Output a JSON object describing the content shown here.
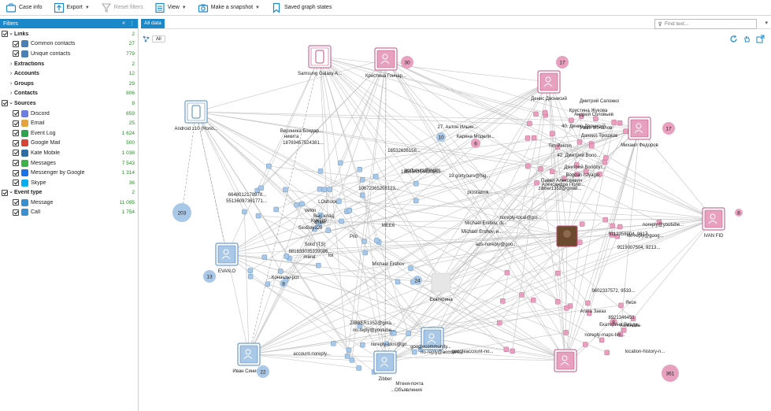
{
  "toolbar": {
    "items": [
      {
        "label": "Case info",
        "icon": "briefcase-icon"
      },
      {
        "label": "Export",
        "icon": "upload-icon",
        "caret": true
      },
      {
        "label": "Reset filters",
        "icon": "filter-icon",
        "disabled": true
      },
      {
        "label": "View",
        "icon": "view-icon",
        "caret": true
      },
      {
        "label": "Make a snapshot",
        "icon": "camera-icon",
        "caret": true
      },
      {
        "label": "Saved graph states",
        "icon": "bookmark-icon"
      }
    ]
  },
  "sidebar": {
    "title": "Filters",
    "rows": [
      {
        "label": "Links",
        "count": "2",
        "level": 0,
        "bold": true,
        "checkbox": true,
        "chevron": "v"
      },
      {
        "label": "Common contacts",
        "count": "27",
        "level": 1,
        "checkbox": true,
        "icon_color": "#4a7fb5"
      },
      {
        "label": "Unique contacts",
        "count": "779",
        "level": 1,
        "checkbox": true,
        "icon_color": "#4a7fb5"
      },
      {
        "label": "Extractions",
        "count": "2",
        "level": 0,
        "bold": true,
        "checkbox": false,
        "chevron": ">"
      },
      {
        "label": "Accounts",
        "count": "12",
        "level": 0,
        "bold": true,
        "checkbox": false,
        "chevron": ">"
      },
      {
        "label": "Groups",
        "count": "29",
        "level": 0,
        "bold": true,
        "checkbox": false,
        "chevron": ">"
      },
      {
        "label": "Contacts",
        "count": "806",
        "level": 0,
        "bold": true,
        "checkbox": false,
        "chevron": ">"
      },
      {
        "label": "Sources",
        "count": "8",
        "level": 0,
        "bold": true,
        "checkbox": true,
        "chevron": "v"
      },
      {
        "label": "Discord",
        "count": "659",
        "level": 1,
        "checkbox": true,
        "icon_color": "#6c7ee0"
      },
      {
        "label": "Email",
        "count": "25",
        "level": 1,
        "checkbox": true,
        "icon_color": "#e6a23c"
      },
      {
        "label": "Event Log",
        "count": "1 624",
        "level": 1,
        "checkbox": true,
        "icon_color": "#2ea44f"
      },
      {
        "label": "Google Mail",
        "count": "500",
        "level": 1,
        "checkbox": true,
        "icon_color": "#d94436"
      },
      {
        "label": "Kate Mobile",
        "count": "1 038",
        "level": 1,
        "checkbox": true,
        "icon_color": "#2e6da4"
      },
      {
        "label": "Messages",
        "count": "7 543",
        "level": 1,
        "checkbox": true,
        "icon_color": "#3bb34a"
      },
      {
        "label": "Messenger by Google",
        "count": "1 314",
        "level": 1,
        "checkbox": true,
        "icon_color": "#1a73e8"
      },
      {
        "label": "Skype",
        "count": "36",
        "level": 1,
        "checkbox": true,
        "icon_color": "#00aff0"
      },
      {
        "label": "Event type",
        "count": "2",
        "level": 0,
        "bold": true,
        "checkbox": true,
        "chevron": "v"
      },
      {
        "label": "Message",
        "count": "11 095",
        "level": 1,
        "checkbox": true,
        "icon_color": "#3a8fd0"
      },
      {
        "label": "Call",
        "count": "1 754",
        "level": 1,
        "checkbox": true,
        "icon_color": "#3a8fd0"
      }
    ]
  },
  "graph": {
    "tab_label": "All data",
    "filter_tag": "All",
    "search_placeholder": "Find text...",
    "labels": [
      "Samsung Galaxy A...",
      "Кристина Гончар...",
      "Android z10 (Hono...",
      "Денис Двонисий",
      "Михаил Федоров",
      "IVAN FID",
      "EVAN.O",
      "Иван Синицын",
      "Zibber",
      "Екатерина",
      "Дмитрий Сапожко",
      "Кристина Жукова",
      "Андрей Соловьев",
      "40. Денис Двонисий",
      "Иван Мочалов",
      "Даниил Трошков",
      "Tim Pelmin",
      "42. Дмитрий Воло...",
      "Дмитрий Волоcут...",
      "Bogdan Istyagin",
      "Павел Алексеевич",
      "Александра Поло...",
      "zibber1352@gmail...",
      "27. Антон Ильин...",
      "Карина Модели...",
      "Вероника Бондар...",
      "никита",
      "18769457524381...",
      "18532636158...",
      "18566436443066...",
      "gortyours@ingtig...",
      "19.gortyours@hig...",
      "prostaznik",
      "10672365208123...",
      "6648012178978...",
      "55136097361771...",
      "LOshock",
      "Velon",
      "Выс клад",
      "спам",
      "SexBoy228",
      "lol",
      "Pilo",
      "Kyk789",
      "Solid (TS)",
      "881833035339086...",
      "marat",
      "MEE6",
      "Michael Ershov",
      "Michael Ershov, di...",
      "Michael Ershov, и...",
      "ads-noreply@goo...",
      "noreply-local@gol...",
      "noreply@youtube...",
      "No-reply@goog...",
      "9119007504, 9213...",
      "9112358004, 9817...",
      "9602337572, 9533...",
      "Якоя",
      "Агата Заказ",
      "8921346451",
      "Галкнова",
      "Екатерина Влади...",
      "noreply-maps-tim...",
      "location-history-n...",
      "ZIBBER1352@gma...",
      "no-reply@youtube...",
      "noreply-utos@go...",
      "googlecommunity...",
      "no-reply@account...",
      "googleaccount-no...",
      "account-noreply...",
      "Мтеня-почта",
      "...Объявления",
      "...Конаклы-рот"
    ],
    "count_badges": [
      "30",
      "17",
      "17",
      "8",
      "203",
      "13",
      "22",
      "361",
      "10",
      "6",
      "24",
      "8",
      "8"
    ]
  },
  "colors": {
    "accent": "#1b88c9",
    "pink_node": "#e8a0bf",
    "pink_stroke": "#c2507f",
    "blue_node": "#a9c7e6",
    "blue_stroke": "#4e86bf",
    "count_green": "#2a8a2a",
    "edge": "#b5b5b5"
  }
}
